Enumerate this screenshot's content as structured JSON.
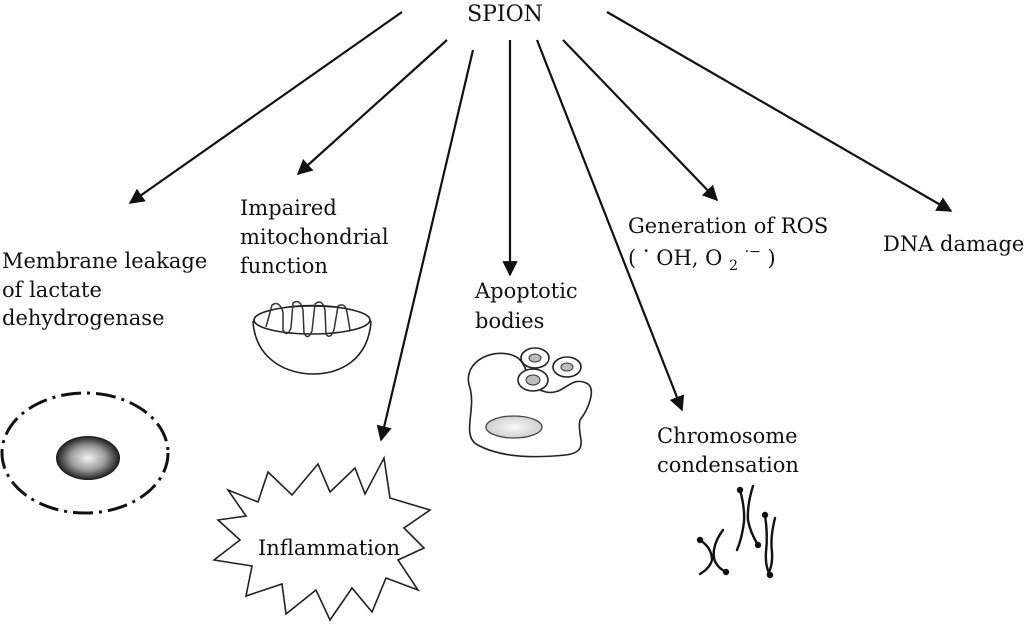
{
  "root": {
    "label": "SPION"
  },
  "effects": {
    "membrane": {
      "line1": "Membrane leakage",
      "line2": "of lactate",
      "line3": "dehydrogenase"
    },
    "mito": {
      "line1": "Impaired",
      "line2": "mitochondrial",
      "line3": "function"
    },
    "inflammation": {
      "label": "Inflammation"
    },
    "apoptotic": {
      "line1": "Apoptotic",
      "line2": "bodies"
    },
    "chromosome": {
      "line1": "Chromosome",
      "line2": "condensation"
    },
    "ros": {
      "line1": "Generation of ROS",
      "line2_open": "(",
      "line2_dot1": "·",
      "line2_oh": "OH, O",
      "line2_sub": "2",
      "line2_sup": "·−",
      "line2_close": ")"
    },
    "dna": {
      "label": "DNA damage"
    }
  },
  "colors": {
    "ink": "#111111",
    "nucleus": "#9a9a9a"
  },
  "icons": [
    "arrow-icon",
    "cell-membrane-icon",
    "mitochondrion-icon",
    "inflammation-burst-icon",
    "apoptotic-cell-icon",
    "chromosome-icon"
  ]
}
